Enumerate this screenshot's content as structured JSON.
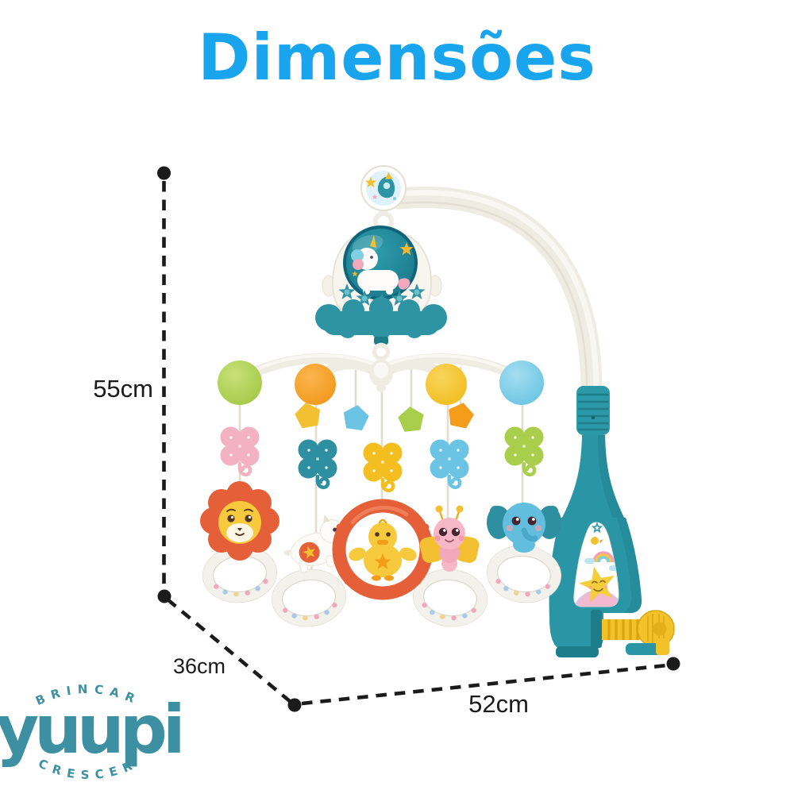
{
  "title": "Dimensões",
  "dimensions": {
    "height_label": "55cm",
    "depth_label": "36cm",
    "width_label": "52cm"
  },
  "logo": {
    "top_text": "BRINCAR",
    "wordmark": "yuupi",
    "bottom_text": "CRESCER"
  },
  "product": {
    "type": "baby-crib-mobile",
    "parts": [
      "rocket-medallion",
      "music-box-with-unicorn",
      "teal-cloud-base",
      "crossbar-with-balls",
      "pentagon-charms",
      "clover-charms",
      "rattle-rings",
      "crib-clamp-with-screw"
    ],
    "hanging_toys": [
      "lion",
      "horse",
      "duck-in-ring",
      "butterfly",
      "elephant"
    ]
  },
  "colors": {
    "title_blue": "#18A5EE",
    "brand_teal": "#3D90A1",
    "toy_teal": "#2A96A5",
    "dimension_line_black": "#1B1B1B",
    "accent_orange": "#F59C1A",
    "accent_yellow": "#F3C22A",
    "accent_green": "#A9CE4C",
    "accent_blue": "#6CC4E4",
    "accent_coral": "#E55F38",
    "accent_pink": "#F4B6C6"
  }
}
